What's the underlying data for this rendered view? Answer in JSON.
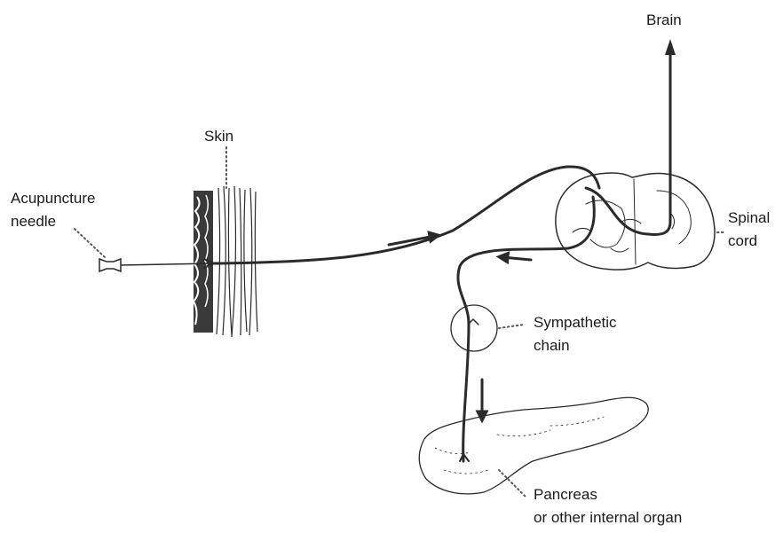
{
  "labels": {
    "brain": "Brain",
    "skin": "Skin",
    "acupuncture_line1": "Acupuncture",
    "acupuncture_line2": "needle",
    "spinal_line1": "Spinal",
    "spinal_line2": "cord",
    "sympathetic_line1": "Sympathetic",
    "sympathetic_line2": "chain",
    "pancreas_line1": "Pancreas",
    "pancreas_line2": "or other internal organ"
  },
  "colors": {
    "ink": "#2a2a2a",
    "background": "#ffffff"
  }
}
